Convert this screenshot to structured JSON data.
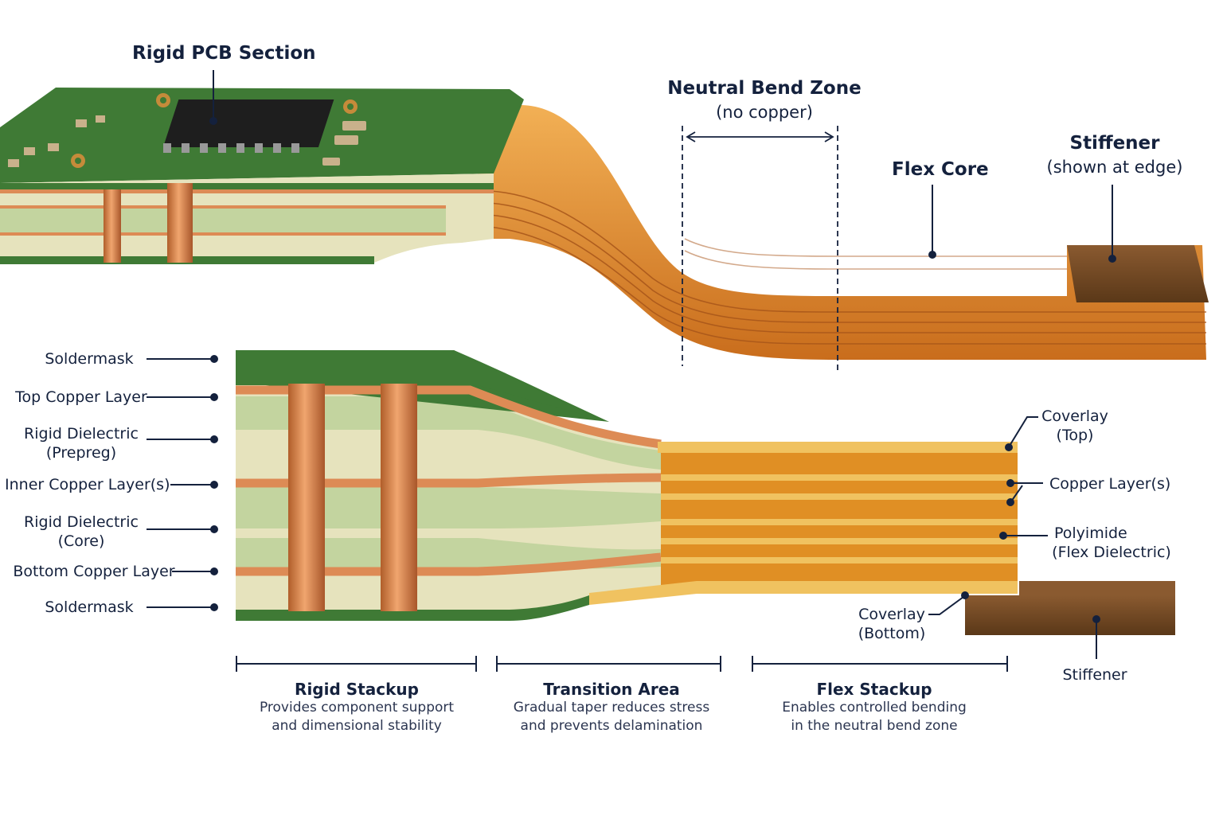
{
  "top": {
    "rigid_title": "Rigid PCB Section",
    "neutral_title": "Neutral Bend Zone",
    "neutral_sub": "(no copper)",
    "flex_core": "Flex Core",
    "stiffener_title": "Stiffener",
    "stiffener_sub": "(shown at edge)"
  },
  "left_labels": [
    {
      "line1": "Soldermask",
      "line2": ""
    },
    {
      "line1": "Top Copper Layer",
      "line2": ""
    },
    {
      "line1": "Rigid Dielectric",
      "line2": "(Prepreg)"
    },
    {
      "line1": "Inner Copper Layer(s)",
      "line2": ""
    },
    {
      "line1": "Rigid Dielectric",
      "line2": "(Core)"
    },
    {
      "line1": "Bottom Copper Layer",
      "line2": ""
    },
    {
      "line1": "Soldermask",
      "line2": ""
    }
  ],
  "right_labels": {
    "coverlay_top_1": "Coverlay",
    "coverlay_top_2": "(Top)",
    "copper_layers": "Copper Layer(s)",
    "polyimide_1": "Polyimide",
    "polyimide_2": "(Flex Dielectric)",
    "coverlay_bottom_1": "Coverlay",
    "coverlay_bottom_2": "(Bottom)",
    "stiffener": "Stiffener"
  },
  "sections": [
    {
      "title": "Rigid Stackup",
      "desc1": "Provides component support",
      "desc2": "and dimensional stability"
    },
    {
      "title": "Transition Area",
      "desc1": "Gradual taper reduces stress",
      "desc2": "and prevents delamination"
    },
    {
      "title": "Flex Stackup",
      "desc1": "Enables controlled bending",
      "desc2": "in the neutral bend zone"
    }
  ],
  "colors": {
    "solder_green": "#3f7a35",
    "copper": "#dd8b55",
    "prepreg": "#e6e3bd",
    "core": "#c3d49f",
    "polyimide": "#e08f24",
    "coverlay": "#f0c260",
    "stiffener": "#6b4420",
    "ink": "#14213d"
  }
}
